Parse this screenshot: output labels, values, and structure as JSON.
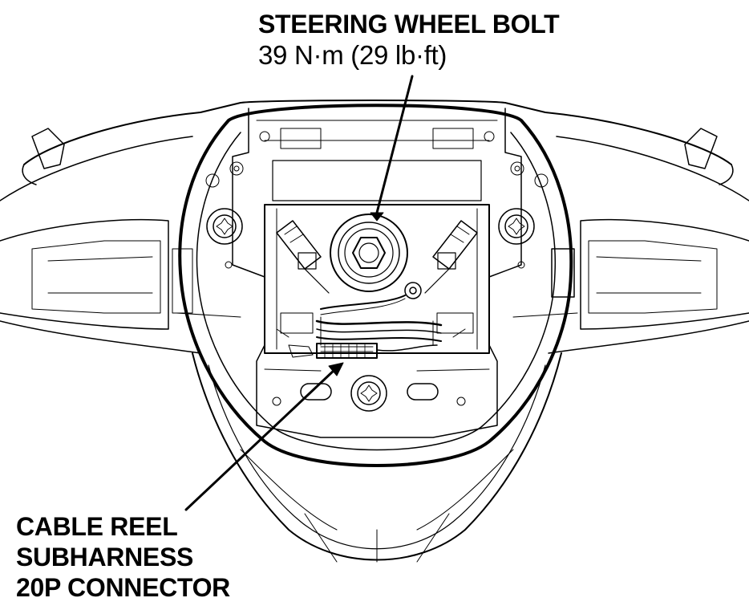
{
  "callouts": {
    "steering_wheel_bolt": {
      "title": "STEERING WHEEL BOLT",
      "torque": "39 N·m (29 lb·ft)"
    },
    "cable_reel_connector": {
      "line1": "CABLE REEL",
      "line2": "SUBHARNESS",
      "line3": "20P CONNECTOR"
    }
  },
  "colors": {
    "ink": "#000000",
    "paper": "#ffffff"
  }
}
